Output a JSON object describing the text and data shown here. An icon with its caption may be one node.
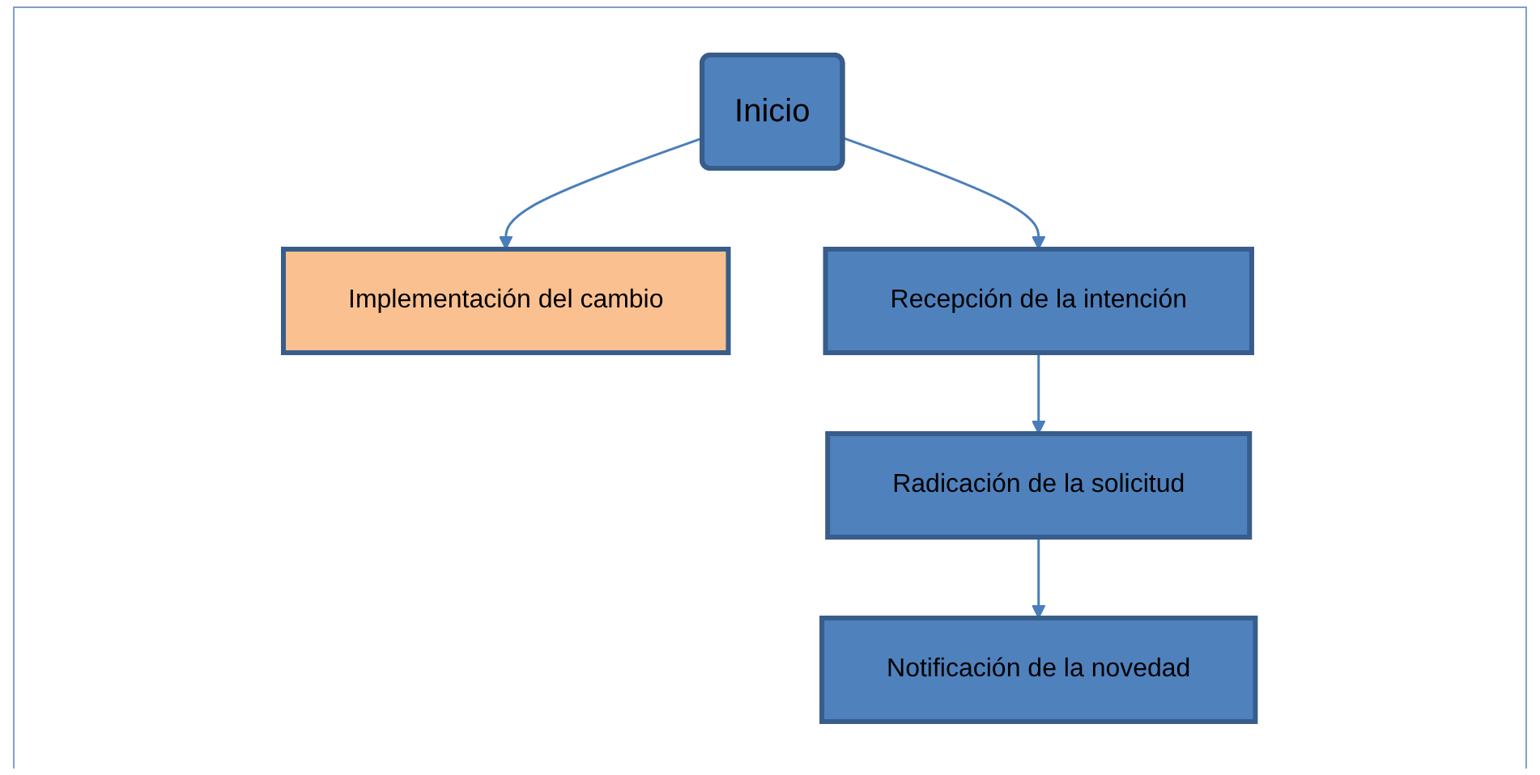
{
  "diagram": {
    "nodes": [
      {
        "text": [
          "Inicio"
        ]
      },
      {
        "text": [
          "Implementación del cambio"
        ]
      },
      {
        "text": [
          "Recepción de la intención"
        ]
      },
      {
        "text": [
          "Radicación de la solicitud"
        ]
      },
      {
        "text": [
          "Notificación de la novedad"
        ]
      }
    ],
    "edges": [
      {
        "from": 0,
        "to": 2,
        "arrow": "to"
      },
      {
        "from": 0,
        "to": 1,
        "arrow": "to"
      },
      {
        "from": 2,
        "to": 3,
        "arrow": "to"
      },
      {
        "from": 3,
        "to": 4,
        "arrow": "to"
      }
    ]
  }
}
